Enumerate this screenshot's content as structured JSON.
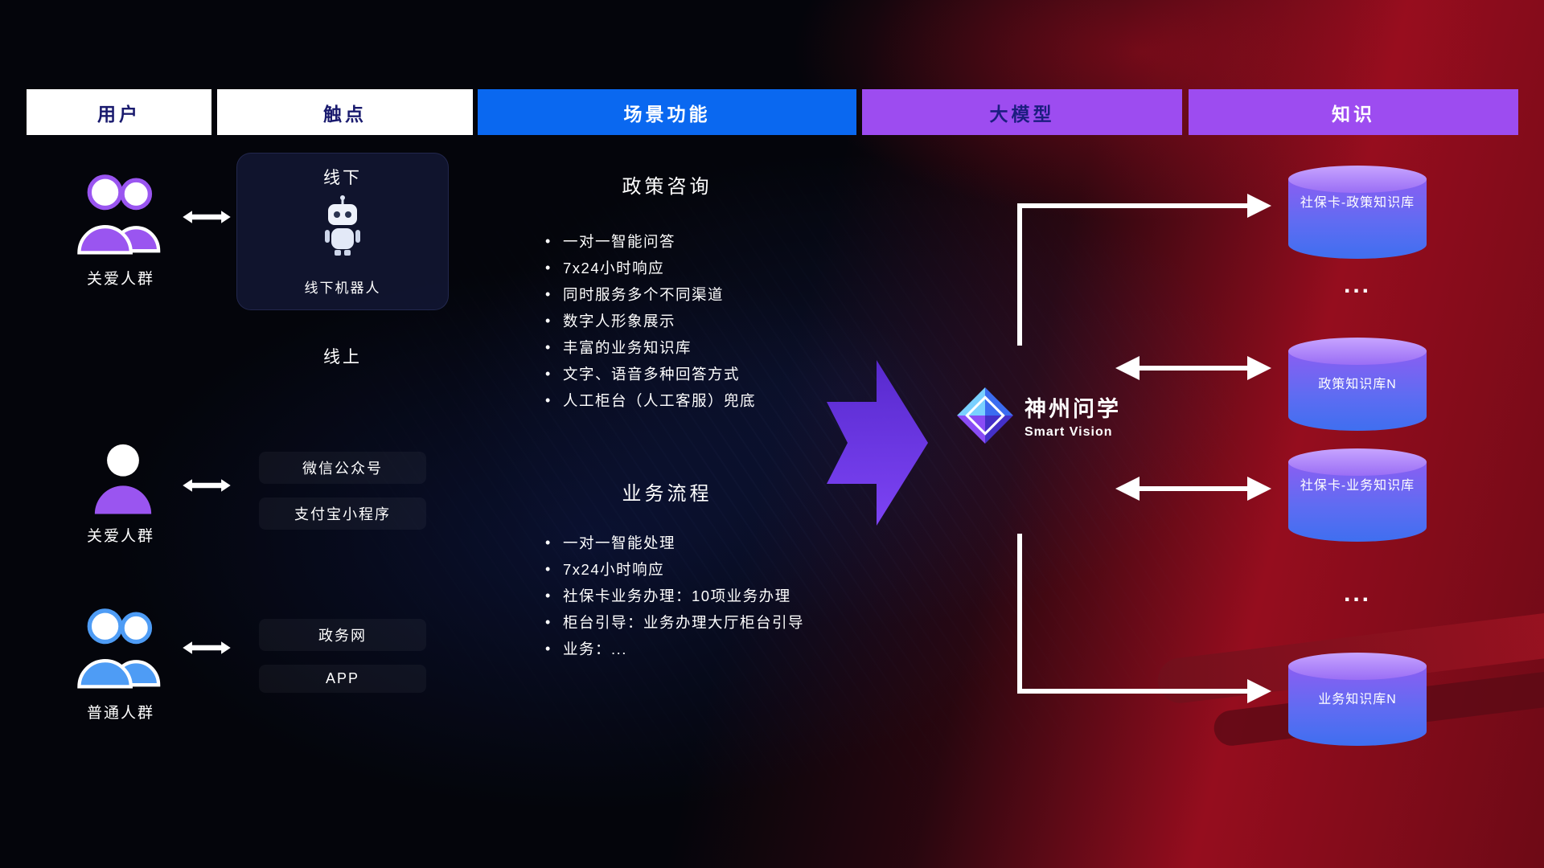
{
  "headers": [
    {
      "label": "用户"
    },
    {
      "label": "触点"
    },
    {
      "label": "场景功能"
    },
    {
      "label": "大模型"
    },
    {
      "label": "知识"
    }
  ],
  "users": [
    {
      "label": "关爱人群"
    },
    {
      "label": "关爱人群"
    },
    {
      "label": "普通人群"
    }
  ],
  "touchpoints": {
    "offline_title": "线下",
    "offline_robot": "线下机器人",
    "online_title": "线上",
    "items": [
      {
        "label": "微信公众号"
      },
      {
        "label": "支付宝小程序"
      },
      {
        "label": "政务网"
      },
      {
        "label": "APP"
      }
    ]
  },
  "scenarios": [
    {
      "title": "政策咨询",
      "items": [
        "一对一智能问答",
        "7x24小时响应",
        "同时服务多个不同渠道",
        "数字人形象展示",
        "丰富的业务知识库",
        "文字、语音多种回答方式",
        "人工柜台（人工客服）兜底"
      ]
    },
    {
      "title": "业务流程",
      "items": [
        "一对一智能处理",
        "7x24小时响应",
        "社保卡业务办理：10项业务办理",
        "柜台引导：业务办理大厅柜台引导",
        "业务：..."
      ]
    }
  ],
  "model": {
    "name": "神州问学",
    "subtitle": "Smart Vision"
  },
  "knowledge": {
    "ellipsis": "...",
    "cylinders": [
      {
        "label": "社保卡-政策知识库"
      },
      {
        "label": "政策知识库N"
      },
      {
        "label": "社保卡-业务知识库"
      },
      {
        "label": "业务知识库N"
      }
    ]
  },
  "colors": {
    "header_blue": "#0a68f0",
    "header_purple": "#9d4cf0",
    "cylinder_top": "#b18cf5",
    "cylinder_body_purple": "#8a5ef2",
    "cylinder_body_blue": "#3f6ff0",
    "big_arrow_purple": "#6a35e8",
    "user_purple": "#9a55f0",
    "user_blue": "#4e9cf5",
    "background_red": "#a31322"
  }
}
